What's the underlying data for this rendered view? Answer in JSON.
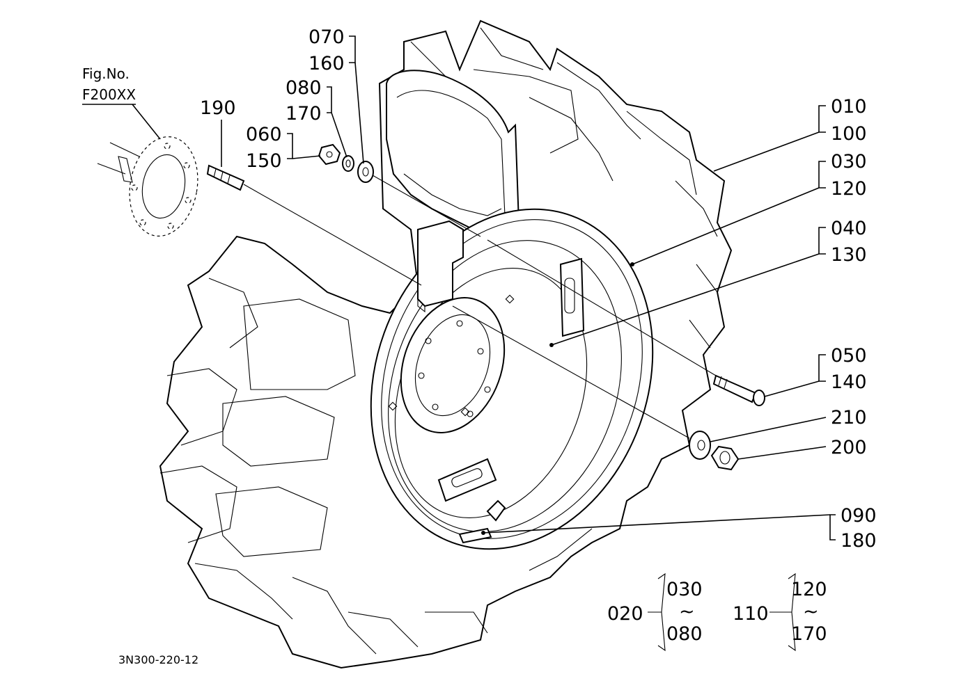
{
  "fig_ref": {
    "line1": "Fig.No.",
    "line2": "F200XX"
  },
  "drawing_number": "3N300-220-12",
  "callouts": {
    "c010": "010",
    "c100": "100",
    "c030": "030",
    "c120": "120",
    "c040": "040",
    "c130": "130",
    "c050": "050",
    "c140": "140",
    "c210": "210",
    "c200": "200",
    "c090": "090",
    "c180": "180",
    "c070": "070",
    "c160": "160",
    "c080": "080",
    "c170": "170",
    "c060": "060",
    "c150": "150",
    "c190": "190"
  },
  "assemblies": {
    "a1": {
      "parent": "020",
      "from": "030",
      "tilde": "~",
      "to": "080"
    },
    "a2": {
      "parent": "110",
      "from": "120",
      "tilde": "~",
      "to": "170"
    }
  }
}
